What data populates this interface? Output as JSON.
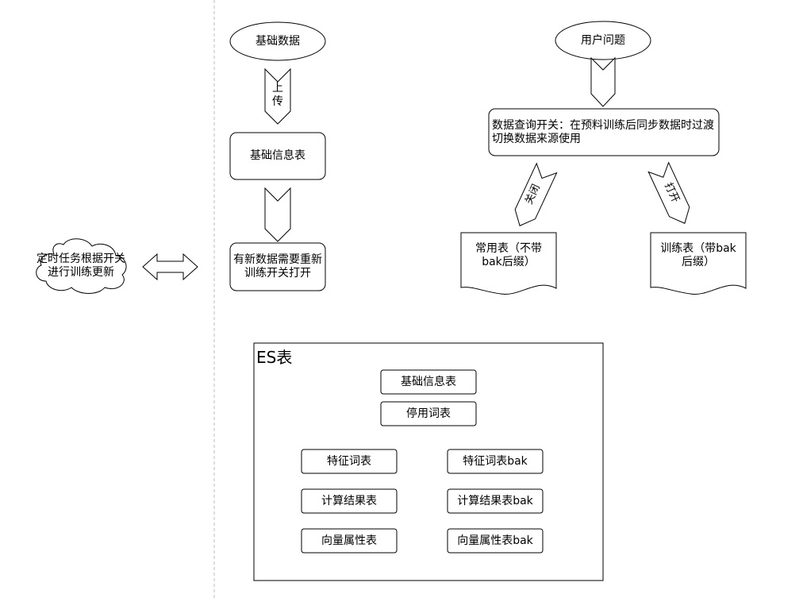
{
  "nodes": {
    "base_data": "基础数据",
    "upload": "上\n传",
    "base_table": "基础信息表",
    "new_data_note": "有新数据需要重新训练开关打开",
    "user_question": "用户问题",
    "query_switch": "数据查询开关：在预料训练后同步数据时过渡切换数据来源使用",
    "close": "关闭",
    "open": "打开",
    "common_table": "常用表（不带bak后缀）",
    "train_table": "训练表（带bak后缀）",
    "cron_task": "定时任务根据开关进行训练更新"
  },
  "es": {
    "title": "ES表",
    "tables": {
      "base_info": "基础信息表",
      "stop_words": "停用词表",
      "feature_words": "特征词表",
      "feature_words_bak": "特征词表bak",
      "calc_result": "计算结果表",
      "calc_result_bak": "计算结果表bak",
      "vector_attr": "向量属性表",
      "vector_attr_bak": "向量属性表bak"
    }
  }
}
